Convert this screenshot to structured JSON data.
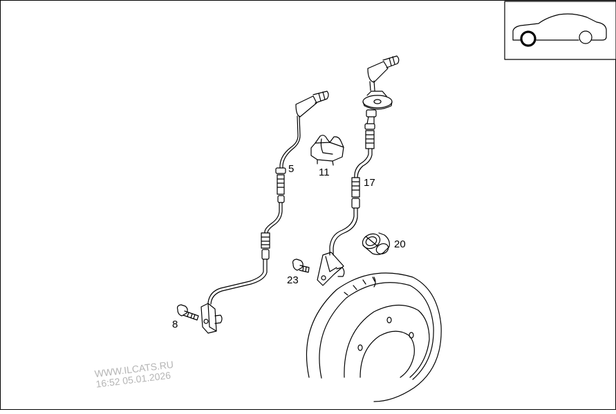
{
  "diagram": {
    "callouts": [
      {
        "id": "5",
        "label": "5"
      },
      {
        "id": "11",
        "label": "11"
      },
      {
        "id": "17",
        "label": "17"
      },
      {
        "id": "20",
        "label": "20"
      },
      {
        "id": "23",
        "label": "23"
      },
      {
        "id": "8",
        "label": "8"
      }
    ],
    "watermark": {
      "site": "WWW.ILCATS.RU",
      "timestamp": "16:52 05.01.2026"
    },
    "colors": {
      "line": "#000000",
      "background": "#ffffff",
      "watermark": "#b5b5b5",
      "highlight_wheel": "#000000"
    },
    "icons": [
      "car-silhouette-icon",
      "highlighted-front-wheel-icon"
    ]
  }
}
